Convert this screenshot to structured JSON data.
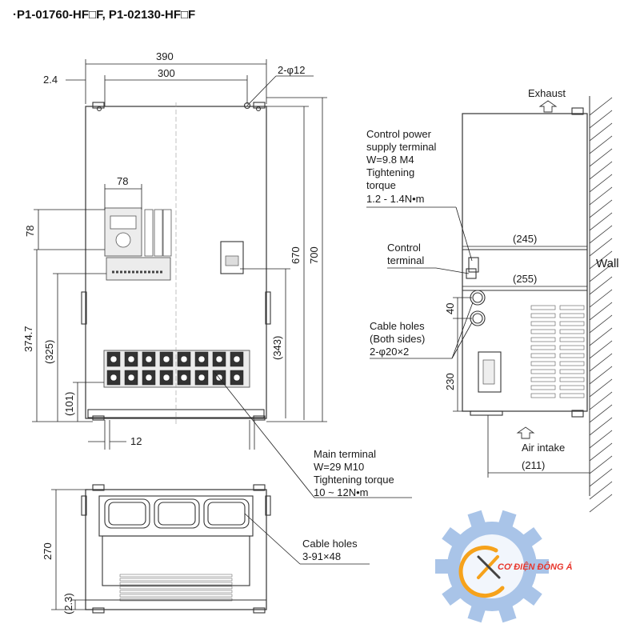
{
  "title": "·P1-01760-HF□F, P1-02130-HF□F",
  "front_view": {
    "dim_width_total": "390",
    "dim_width_holes": "300",
    "dim_offset_left": "2.4",
    "dim_holes": "2-φ12",
    "dim_panel_width": "78",
    "dim_panel_height": "78",
    "dim_height_670": "670",
    "dim_height_700": "700",
    "dim_374_7": "374.7",
    "dim_325": "(325)",
    "dim_343": "(343)",
    "dim_101": "(101)",
    "dim_12": "12"
  },
  "side_view": {
    "exhaust": "Exhaust",
    "control_power_label": [
      "Control power",
      "supply terminal",
      "W=9.8 M4",
      "Tightening",
      "torque",
      "1.2 - 1.4N•m"
    ],
    "control_terminal_label": [
      "Control",
      "terminal"
    ],
    "cable_holes_label": [
      "Cable holes",
      "(Both sides)",
      "2-φ20×2"
    ],
    "dim_245": "(245)",
    "dim_255": "(255)",
    "dim_40": "40",
    "dim_230": "230",
    "wall": "Wall",
    "air_intake": "Air intake",
    "dim_211": "(211)"
  },
  "main_terminal_label": [
    "Main terminal",
    "W=29 M10",
    "Tightening torque",
    "10 ~ 12N•m"
  ],
  "bottom_view": {
    "dim_270": "270",
    "dim_2_3": "(2.3)",
    "cable_holes_label": [
      "Cable holes",
      "3-91×48"
    ]
  },
  "logo": {
    "text": "CƠ ĐIỆN ĐÔNG Á",
    "gear_color": "#a9c4e8",
    "text_color": "#e8362c",
    "tools_color": "#f6a21b"
  }
}
